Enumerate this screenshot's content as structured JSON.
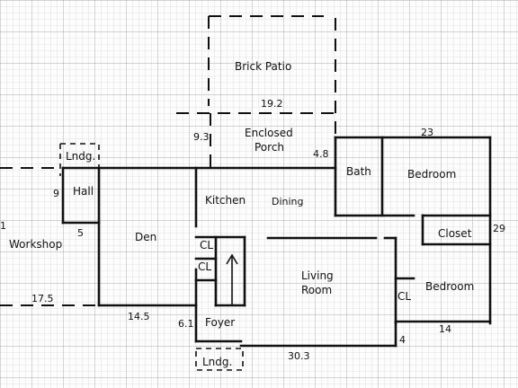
{
  "rooms": {
    "brick_patio": "Brick Patio",
    "enclosed_porch_line1": "Enclosed",
    "enclosed_porch_line2": "Porch",
    "bath": "Bath",
    "bedroom_top": "Bedroom",
    "closet": "Closet",
    "bedroom_bottom": "Bedroom",
    "kitchen": "Kitchen",
    "dining": "Dining",
    "den": "Den",
    "workshop": "Workshop",
    "hall": "Hall",
    "landing_top": "Lndg.",
    "landing_bottom": "Lndg.",
    "living_room_line1": "Living",
    "living_room_line2": "Room",
    "foyer": "Foyer",
    "closet_cl_1": "CL",
    "closet_cl_2": "CL",
    "closet_cl_3": "CL"
  },
  "dimensions": {
    "patio_width": "19.2",
    "porch_depth": "9.3",
    "porch_side": "4.8",
    "bedroom_width": "23",
    "right_depth": "29",
    "hall_height": "9",
    "hall_width": "5",
    "workshop_side": "1",
    "workshop_width": "17.5",
    "den_width": "14.5",
    "foyer_width": "6.1",
    "living_width": "30.3",
    "corner": "4",
    "bedroom_bottom_width": "14"
  }
}
